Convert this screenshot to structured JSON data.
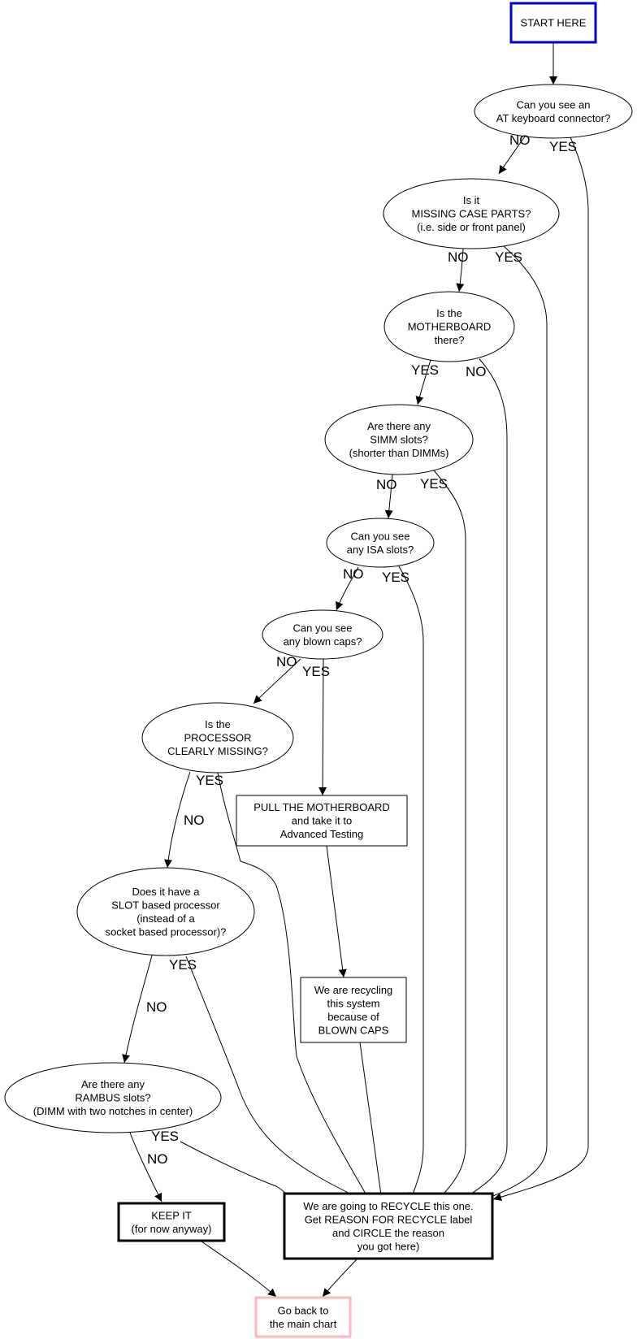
{
  "title": "Motherboard recycle decision flowchart",
  "colors": {
    "start_border": "#0000cc",
    "back_border": "#ffb6c1",
    "default_border": "#000000"
  },
  "nodes": {
    "start": {
      "lines": [
        "START HERE"
      ],
      "shape": "box"
    },
    "at_keyboard": {
      "lines": [
        "Can you see an",
        "AT keyboard connector?"
      ],
      "shape": "ellipse"
    },
    "missing_case": {
      "lines": [
        "Is it",
        "MISSING CASE PARTS?",
        "(i.e. side or front panel)"
      ],
      "shape": "ellipse"
    },
    "motherboard": {
      "lines": [
        "Is the",
        "MOTHERBOARD",
        "there?"
      ],
      "shape": "ellipse"
    },
    "simm": {
      "lines": [
        "Are there any",
        "SIMM slots?",
        "(shorter than DIMMs)"
      ],
      "shape": "ellipse"
    },
    "isa": {
      "lines": [
        "Can you see",
        "any ISA slots?"
      ],
      "shape": "ellipse"
    },
    "blown_caps": {
      "lines": [
        "Can you see",
        "any blown caps?"
      ],
      "shape": "ellipse"
    },
    "processor": {
      "lines": [
        "Is the",
        "PROCESSOR",
        "CLEARLY MISSING?"
      ],
      "shape": "ellipse"
    },
    "pull_mb": {
      "lines": [
        "PULL THE MOTHERBOARD",
        "and take it to",
        "Advanced Testing"
      ],
      "shape": "box"
    },
    "slot_proc": {
      "lines": [
        "Does it have a",
        "SLOT based processor",
        "(instead of a",
        "socket based processor)?"
      ],
      "shape": "ellipse"
    },
    "recycling_caps": {
      "lines": [
        "We are recycling",
        "this system",
        "because of",
        "BLOWN CAPS"
      ],
      "shape": "box"
    },
    "rambus": {
      "lines": [
        "Are there any",
        "RAMBUS slots?",
        "(DIMM with two notches in center)"
      ],
      "shape": "ellipse"
    },
    "keep": {
      "lines": [
        "KEEP IT",
        "(for now anyway)"
      ],
      "shape": "box-bold"
    },
    "recycle": {
      "lines": [
        "We are going to RECYCLE this one.",
        "Get REASON FOR RECYCLE label",
        "and CIRCLE the reason",
        "you got here)"
      ],
      "shape": "box-bold"
    },
    "back": {
      "lines": [
        "Go back to",
        "the main chart"
      ],
      "shape": "box"
    }
  },
  "edges": [
    {
      "from": "start",
      "to": "at_keyboard",
      "label": ""
    },
    {
      "from": "at_keyboard",
      "to": "missing_case",
      "label": "NO"
    },
    {
      "from": "at_keyboard",
      "to": "recycle",
      "label": "YES"
    },
    {
      "from": "missing_case",
      "to": "motherboard",
      "label": "NO"
    },
    {
      "from": "missing_case",
      "to": "recycle",
      "label": "YES"
    },
    {
      "from": "motherboard",
      "to": "simm",
      "label": "YES"
    },
    {
      "from": "motherboard",
      "to": "recycle",
      "label": "NO"
    },
    {
      "from": "simm",
      "to": "isa",
      "label": "NO"
    },
    {
      "from": "simm",
      "to": "recycle",
      "label": "YES"
    },
    {
      "from": "isa",
      "to": "blown_caps",
      "label": "NO"
    },
    {
      "from": "isa",
      "to": "recycle",
      "label": "YES"
    },
    {
      "from": "blown_caps",
      "to": "processor",
      "label": "NO"
    },
    {
      "from": "blown_caps",
      "to": "pull_mb",
      "label": "YES"
    },
    {
      "from": "processor",
      "to": "slot_proc",
      "label": "NO"
    },
    {
      "from": "processor",
      "to": "recycle",
      "label": "YES"
    },
    {
      "from": "pull_mb",
      "to": "recycling_caps",
      "label": ""
    },
    {
      "from": "slot_proc",
      "to": "rambus",
      "label": "NO"
    },
    {
      "from": "slot_proc",
      "to": "recycle",
      "label": "YES"
    },
    {
      "from": "recycling_caps",
      "to": "recycle",
      "label": ""
    },
    {
      "from": "rambus",
      "to": "keep",
      "label": "NO"
    },
    {
      "from": "rambus",
      "to": "recycle",
      "label": "YES"
    },
    {
      "from": "keep",
      "to": "back",
      "label": ""
    },
    {
      "from": "recycle",
      "to": "back",
      "label": ""
    }
  ]
}
